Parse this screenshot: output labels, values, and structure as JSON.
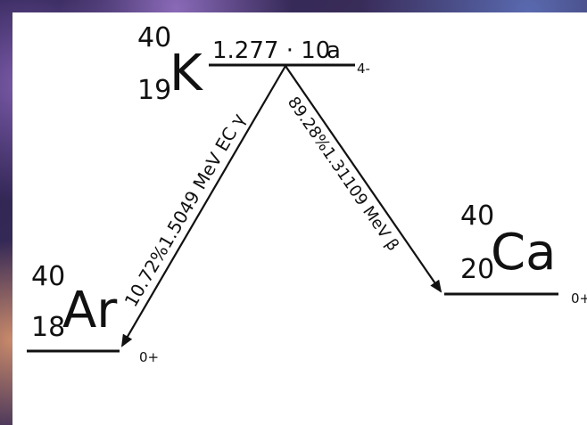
{
  "parent": {
    "mass_number": "40",
    "atomic_number": "19",
    "symbol": "K",
    "spin": "4-",
    "half_life_mantissa": "1.277 · 10",
    "half_life_unit": "a"
  },
  "daughter_left": {
    "mass_number": "40",
    "atomic_number": "18",
    "symbol": "Ar",
    "spin": "0+"
  },
  "daughter_right": {
    "mass_number": "40",
    "atomic_number": "20",
    "symbol": "Ca",
    "spin": "0+"
  },
  "decays": {
    "left_label": "10.72%1.5049 MeV EC γ",
    "right_label": "89.28%1.31109 MeV β"
  }
}
